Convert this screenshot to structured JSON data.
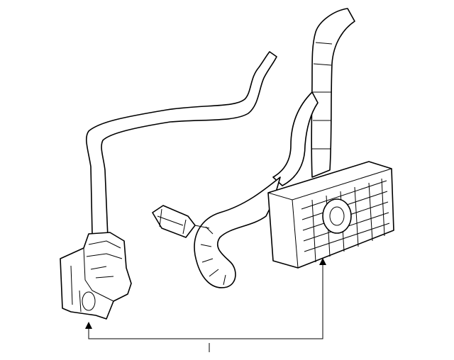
{
  "diagram": {
    "line_color": "#000000",
    "background_color": "#ffffff",
    "parts": [
      "left-hose-with-bracket",
      "right-harness-with-module",
      "connector-plug"
    ],
    "callouts": 1
  }
}
